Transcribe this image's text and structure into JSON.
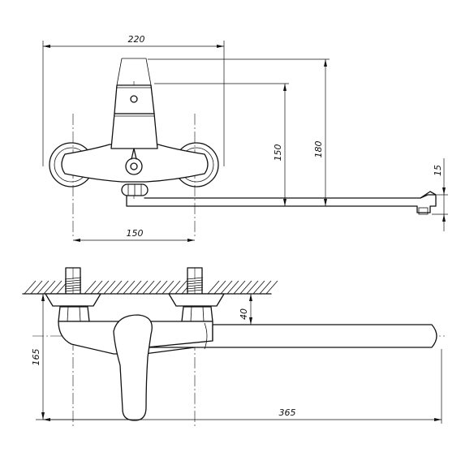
{
  "dimensions": {
    "top_width": "220",
    "upper_height_150": "150",
    "upper_height_180": "180",
    "spout_offset": "15",
    "inlet_spacing": "150",
    "inlet_offset": "40",
    "side_height": "165",
    "spout_length": "365"
  },
  "colors": {
    "line": "#111111",
    "background": "#ffffff"
  }
}
